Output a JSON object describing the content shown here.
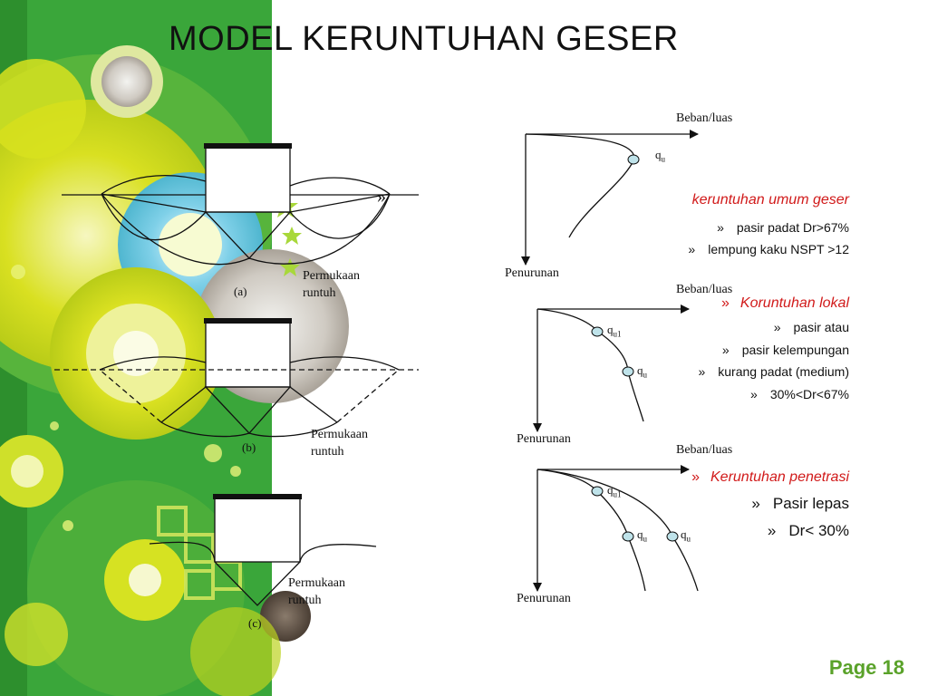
{
  "title": "MODEL KERUNTUHAN GESER",
  "page_label": "Page 18",
  "failure_diagrams": [
    {
      "tag": "(a)",
      "surface_label_1": "Permukaan",
      "surface_label_2": "runtuh"
    },
    {
      "tag": "(b)",
      "surface_label_1": "Permukaan",
      "surface_label_2": "runtuh"
    },
    {
      "tag": "(c)",
      "surface_label_1": "Permukaan",
      "surface_label_2": "runtuh"
    }
  ],
  "arrow_glyph": "»",
  "curve_charts": [
    {
      "x_axis_label": "Beban/luas",
      "y_axis_label": "Penurunan",
      "points": [
        "q",
        "u"
      ],
      "heading": "keruntuhan umum geser",
      "bullets": [
        "pasir padat Dr>67%",
        "lempung kaku NSPT >12"
      ]
    },
    {
      "x_axis_label": "Beban/luas",
      "y_axis_label": "Penurunan",
      "heading": "Koruntuhan lokal",
      "bullets": [
        "pasir atau",
        "pasir kelempungan",
        "kurang padat (medium)",
        "30%<Dr<67%"
      ]
    },
    {
      "x_axis_label": "Beban/luas",
      "y_axis_label": "Penurunan",
      "heading": "Keruntuhan penetrasi",
      "bullets": [
        "Pasir lepas",
        "Dr< 30%"
      ]
    }
  ],
  "q_labels": {
    "q": "q",
    "u": "u",
    "u1": "u1"
  },
  "bullet_glyph": "»",
  "colors": {
    "accent_green": "#5aa22a",
    "heading_red": "#d11a1a",
    "marker_fill": "#bfe3ea"
  }
}
